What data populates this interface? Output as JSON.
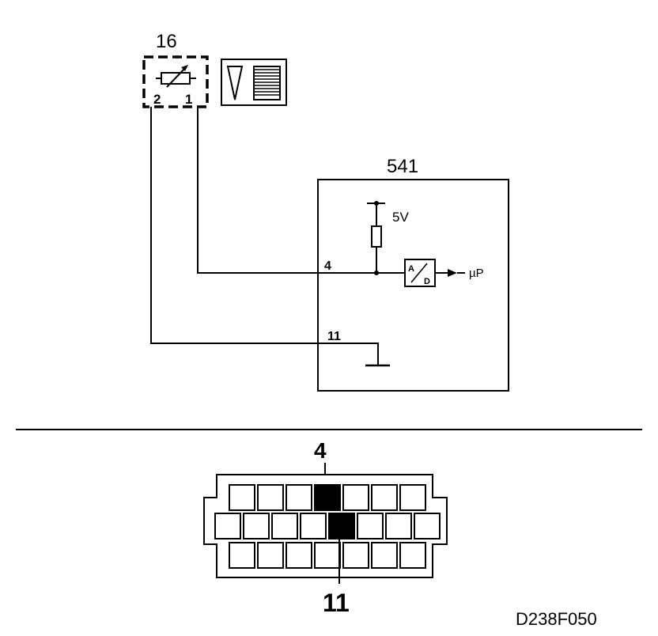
{
  "sensor": {
    "ref": "16",
    "pin_left": "2",
    "pin_right": "1"
  },
  "module": {
    "ref": "541",
    "pin_signal": "4",
    "pin_ground": "11",
    "supply": "5V",
    "adc_top": "A",
    "adc_bottom": "D",
    "output": "µP"
  },
  "connector": {
    "highlight_top": "4",
    "highlight_bottom": "11",
    "rows": [
      7,
      8,
      7
    ]
  },
  "figure_code": "D238F050",
  "colors": {
    "ink": "#000000",
    "paper": "#ffffff"
  }
}
